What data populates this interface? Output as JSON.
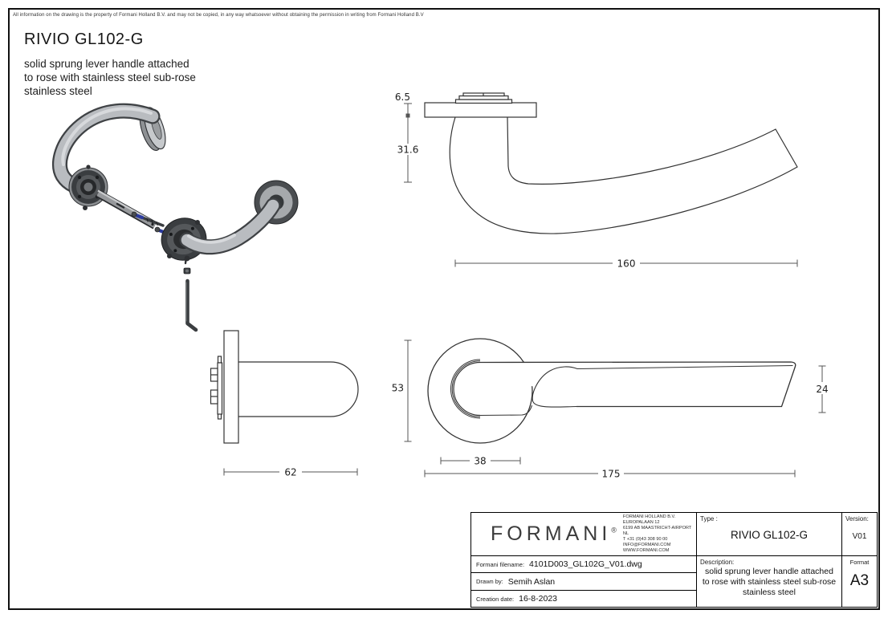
{
  "disclaimer": "All information on the drawing is the property of Formani Holland B.V. and may not be copied, in any way whatsoever without obtaining the permission in writing from Formani Holland B.V",
  "header": {
    "title": "RIVIO GL102-G",
    "description_lines": [
      "solid sprung lever handle attached",
      "to rose with stainless steel sub-rose",
      "stainless steel"
    ]
  },
  "dimensions": {
    "rose_height": "6.5",
    "projection": "31.6",
    "lever_length": "160",
    "rose_diameter": "53",
    "grip_depth": "62",
    "sub_rose_diameter": "38",
    "total_length": "175",
    "grip_width": "24"
  },
  "title_block": {
    "logo_text": "FORMANI",
    "logo_mark": "®",
    "company_lines": [
      "FORMANI HOLLAND B.V.",
      "EUROPALAAN 12",
      "6199 AB MAASTRICHT-AIRPORT NL",
      "T +31 (0)43 308 90 00",
      "INFO@FORMANI.COM",
      "WWW.FORMANI.COM"
    ],
    "type_label": "Type :",
    "type_value": "RIVIO GL102-G",
    "version_label": "Version:",
    "version_value": "V01",
    "filename_label": "Formani filename:",
    "filename_value": "4101D003_GL102G_V01.dwg",
    "drawn_by_label": "Drawn by:",
    "drawn_by_value": "Semih Aslan",
    "creation_date_label": "Creation date:",
    "creation_date_value": "16-8-2023",
    "description_label": "Description:",
    "description_lines": [
      "solid sprung lever handle attached",
      "to rose with stainless steel sub-rose",
      "stainless steel"
    ],
    "format_label": "Format",
    "format_value": "A3"
  },
  "colors": {
    "line": "#333333",
    "dimension": "#555555",
    "metal_light": "#b9bcc0",
    "metal_dark": "#3a3d40",
    "screw_blue": "#2b3a9e"
  }
}
